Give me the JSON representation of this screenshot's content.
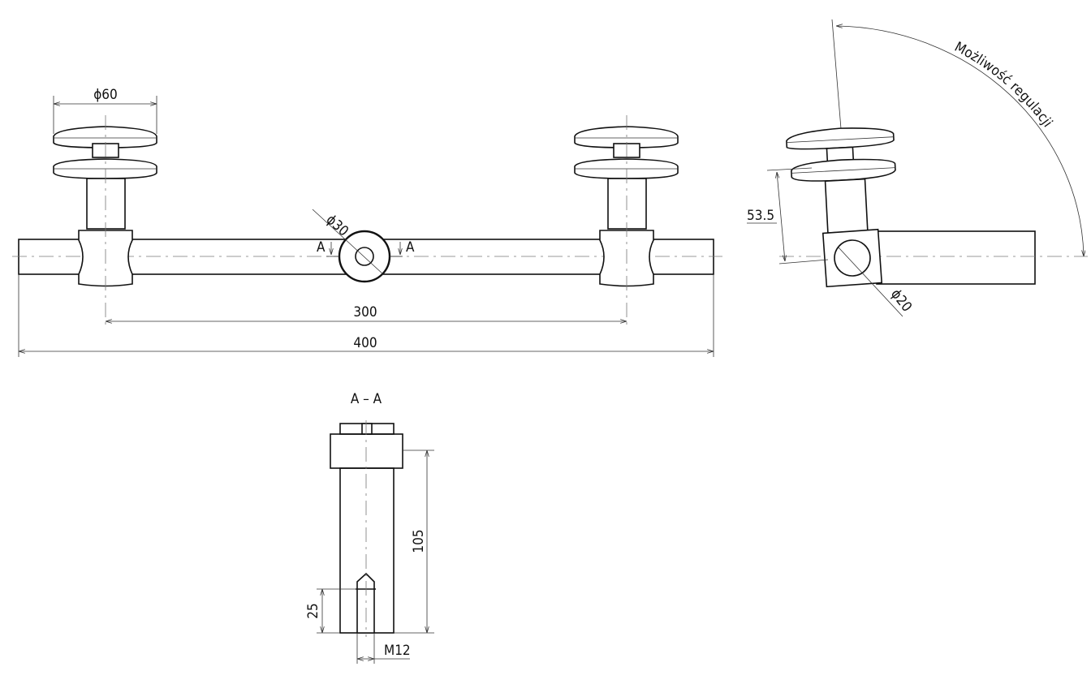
{
  "front_view": {
    "disc_diameter": "ϕ60",
    "center_diameter": "ϕ30",
    "section_marker": "A",
    "post_spacing": "300",
    "overall_length": "400"
  },
  "side_view": {
    "height": "53.5",
    "tube_diameter": "ϕ20",
    "adjustment_label": "Możliwość regulacji"
  },
  "section_view": {
    "title": "A – A",
    "length": "105",
    "thread_depth": "25",
    "thread": "M12"
  }
}
